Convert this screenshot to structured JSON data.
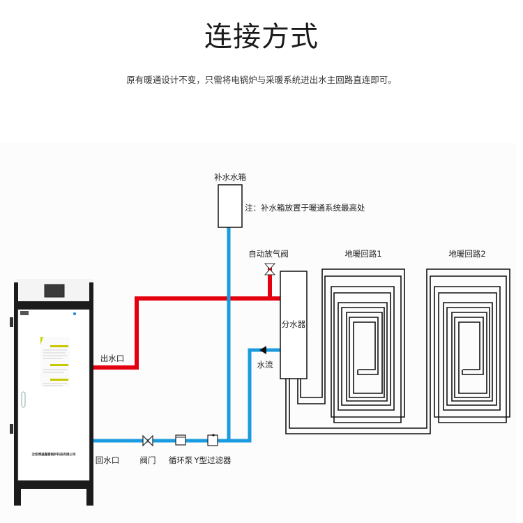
{
  "header": {
    "title": "连接方式",
    "subtitle": "原有暖通设计不变，只需将电锅炉与采暖系统进出水主回路直连即可。"
  },
  "colors": {
    "supply_pipe": "#e3000f",
    "return_pipe": "#1a9be0",
    "loop_pipe": "#111111",
    "boiler_frame": "#1b1b1b"
  },
  "diagram": {
    "makeup_tank": {
      "label": "补水水箱",
      "note": "注：补水箱放置于暖通系统最高处"
    },
    "air_vent": {
      "label": "自动放气阀"
    },
    "manifold": {
      "label": "分水器"
    },
    "flow": {
      "label": "水流"
    },
    "loops": [
      {
        "label": "地暖回路1"
      },
      {
        "label": "地暖回路2"
      }
    ],
    "outlet": {
      "label": "出水口"
    },
    "inlet": {
      "label": "回水口"
    },
    "components": [
      {
        "label": "阀门",
        "icon": "valve-icon"
      },
      {
        "label": "循环泵",
        "icon": "pump-icon"
      },
      {
        "label": "Y型过滤器",
        "icon": "filter-icon"
      }
    ],
    "boiler": {
      "company": "沈阳博通鑫暖锅炉科技有限公司"
    }
  }
}
